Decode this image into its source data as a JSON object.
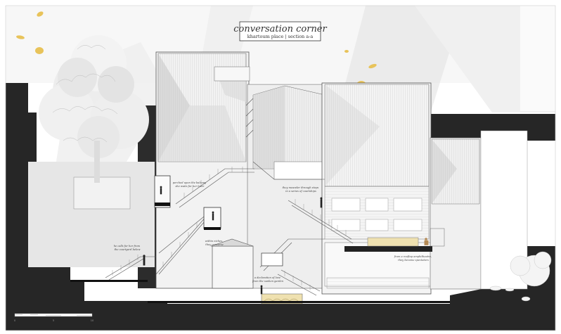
{
  "title": {
    "main": "conversation corner",
    "place": "khartoum place",
    "separator": "|",
    "section": "section a-a"
  },
  "annotations": [
    {
      "id": "balcony",
      "lines": [
        "perched upon the balcony",
        "she waits for her lover"
      ]
    },
    {
      "id": "niches",
      "lines": [
        "within niches,",
        "they converse"
      ]
    },
    {
      "id": "steps",
      "lines": [
        "they meander through steps",
        "in a series of courtships"
      ]
    },
    {
      "id": "courtyard",
      "lines": [
        "he calls for her from",
        "the courtyard below"
      ]
    },
    {
      "id": "garden",
      "lines": [
        "a declaration of love",
        "from the sunken garden"
      ]
    },
    {
      "id": "amphitheatre",
      "lines": [
        "from a rooftop amphitheatre,",
        "they become spectators"
      ]
    }
  ],
  "scale_bar": {
    "labels": [
      "0",
      "5",
      "10"
    ]
  },
  "colors": {
    "sky_dark": "#262626",
    "tone": "#e4e4e4",
    "leaf": "#e8c35a",
    "roof": "#d2d2d2",
    "line": "#555555"
  }
}
